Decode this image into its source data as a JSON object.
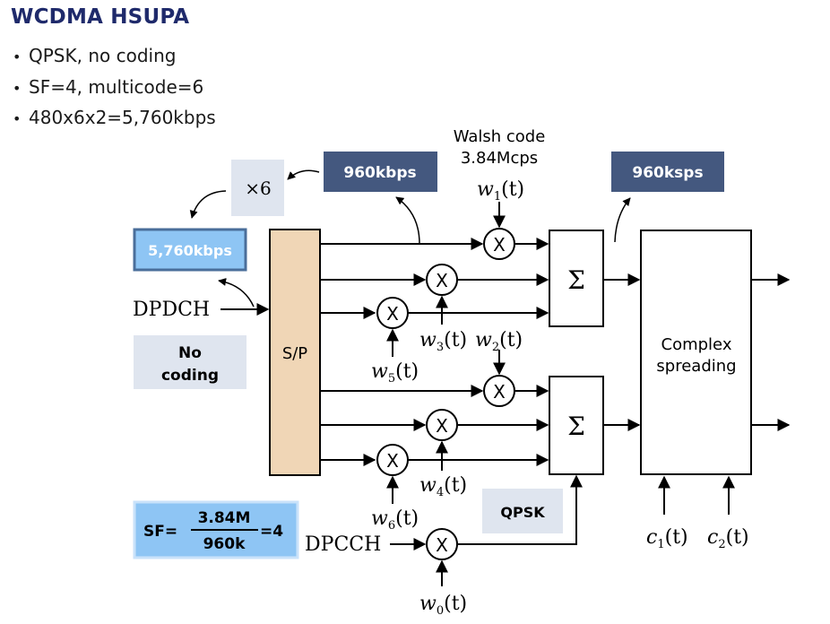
{
  "title": "WCDMA HSUPA",
  "bullets": [
    "QPSK, no coding",
    "SF=4, multicode=6",
    "480x6x2=5,760kbps"
  ],
  "diagram": {
    "walsh_label_line1": "Walsh code",
    "walsh_label_line2": "3.84Mcps",
    "badge_960kbps": "960kbps",
    "badge_960ksps": "960ksps",
    "badge_x6": "×6",
    "badge_5760kbps": "5,760kbps",
    "input_dpdch": "DPDCH",
    "input_dpcch": "DPCCH",
    "no_coding_line1": "No",
    "no_coding_line2": "coding",
    "sp_label": "S/P",
    "sum_symbol": "Σ",
    "multiplier_symbol": "X",
    "complex_line1": "Complex",
    "complex_line2": "spreading",
    "qpsk_label": "QPSK",
    "sf_formula": {
      "prefix": "SF=",
      "numerator": "3.84M",
      "denominator": "960k",
      "suffix": "=4"
    },
    "walsh_codes": {
      "w0": {
        "base": "w",
        "sub": "0",
        "arg": "(t)"
      },
      "w1": {
        "base": "w",
        "sub": "1",
        "arg": "(t)"
      },
      "w2": {
        "base": "w",
        "sub": "2",
        "arg": "(t)"
      },
      "w3": {
        "base": "w",
        "sub": "3",
        "arg": "(t)"
      },
      "w4": {
        "base": "w",
        "sub": "4",
        "arg": "(t)"
      },
      "w5": {
        "base": "w",
        "sub": "5",
        "arg": "(t)"
      },
      "w6": {
        "base": "w",
        "sub": "6",
        "arg": "(t)"
      }
    },
    "scrambling_codes": {
      "c1": {
        "base": "c",
        "sub": "1",
        "arg": "(t)"
      },
      "c2": {
        "base": "c",
        "sub": "2",
        "arg": "(t)"
      }
    },
    "colors": {
      "title": "#1f2a6b",
      "dark_badge": "#44587f",
      "light_badge": "#dfe5ef",
      "sky_badge": "#8ec5f4",
      "sp_block": "#f0d6b6"
    }
  }
}
